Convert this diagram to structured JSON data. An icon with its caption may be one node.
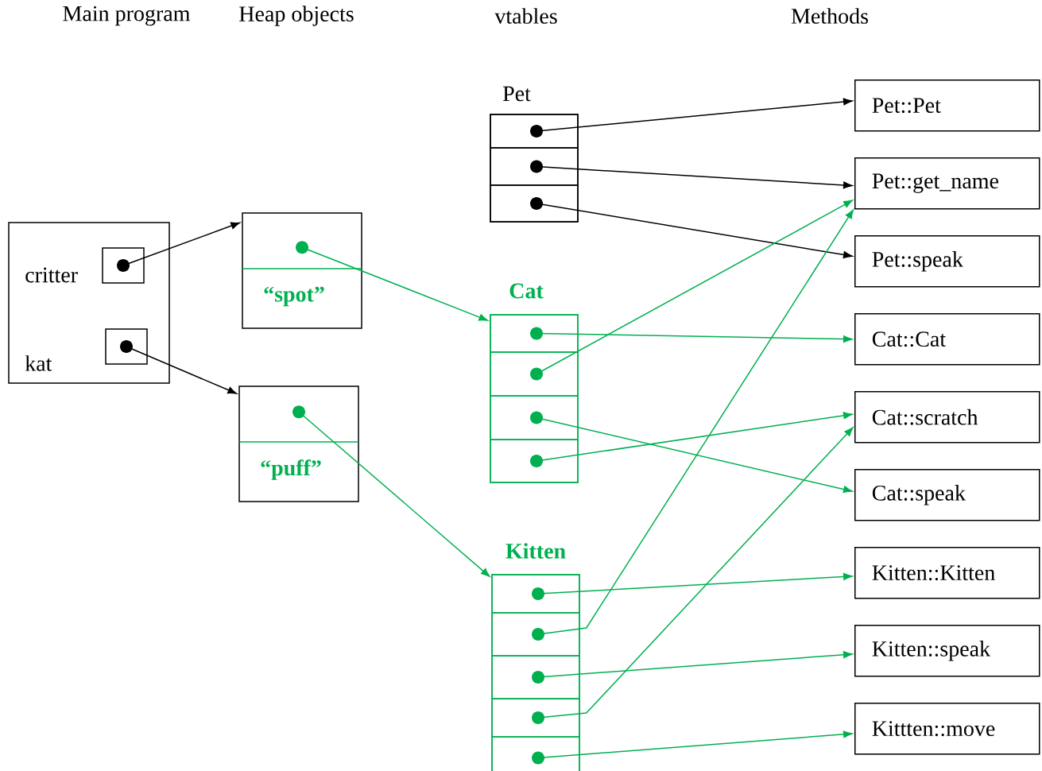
{
  "diagram": {
    "nodes": [
      {
        "text": [],
        "shape": "box"
      },
      {
        "text": [],
        "shape": "box",
        "in": 0,
        "beside": [
          "critter"
        ]
      },
      {
        "text": [],
        "shape": "box",
        "in": 0,
        "beside": [
          "kat"
        ]
      },
      {
        "text": [
          "“spot”"
        ]
      },
      {
        "text": [
          "“puff”"
        ]
      },
      {
        "text": [
          "Pet"
        ]
      },
      {
        "text": [],
        "shape": "box",
        "in": 5
      },
      {
        "text": [],
        "shape": "box",
        "in": 5
      },
      {
        "text": [],
        "shape": "box",
        "in": 5
      },
      {
        "text": [
          "Cat"
        ]
      },
      {
        "text": [],
        "shape": "box",
        "in": 9
      },
      {
        "text": [],
        "shape": "box",
        "in": 9
      },
      {
        "text": [],
        "shape": "box",
        "in": 9
      },
      {
        "text": [],
        "shape": "box",
        "in": 9
      },
      {
        "text": [
          "Kitten"
        ]
      },
      {
        "text": [],
        "shape": "box",
        "in": 14
      },
      {
        "text": [],
        "shape": "box",
        "in": 14
      },
      {
        "text": [],
        "shape": "box",
        "in": 14
      },
      {
        "text": [],
        "shape": "box",
        "in": 14
      },
      {
        "text": [],
        "shape": "box",
        "in": 14
      },
      {
        "text": [
          "Pet::Pet"
        ]
      },
      {
        "text": [
          "Pet::get_name"
        ]
      },
      {
        "text": [
          "Pet::speak"
        ]
      },
      {
        "text": [
          "Cat::Cat"
        ]
      },
      {
        "text": [
          "Cat::scratch"
        ]
      },
      {
        "text": [
          "Cat::speak"
        ]
      },
      {
        "text": [
          "Kitten::Kitten"
        ]
      },
      {
        "text": [
          "Kitten::speak"
        ]
      },
      {
        "text": [
          "Kittten::move"
        ]
      }
    ],
    "edges": [
      {
        "from": 1,
        "to": 3,
        "arrow": "to",
        "color": "#000000"
      },
      {
        "from": 2,
        "to": 4,
        "arrow": "to",
        "color": "#000000"
      },
      {
        "from": 3,
        "to": 9,
        "arrow": "to"
      },
      {
        "from": 4,
        "to": 14,
        "arrow": "to"
      },
      {
        "from": 6,
        "to": 20,
        "arrow": "to",
        "color": "#000000"
      },
      {
        "from": 7,
        "to": 21,
        "arrow": "to",
        "color": "#000000"
      },
      {
        "from": 8,
        "to": 22,
        "arrow": "to",
        "color": "#000000"
      },
      {
        "from": 10,
        "to": 23,
        "arrow": "to"
      },
      {
        "from": 11,
        "to": 21,
        "arrow": "to"
      },
      {
        "from": 12,
        "to": 25,
        "arrow": "to"
      },
      {
        "from": 13,
        "to": 24,
        "arrow": "to"
      },
      {
        "from": 15,
        "to": 26,
        "arrow": "to"
      },
      {
        "from": 16,
        "to": 21,
        "arrow": "to"
      },
      {
        "from": 17,
        "to": 27,
        "arrow": "to"
      },
      {
        "from": 18,
        "to": 24,
        "arrow": "to"
      },
      {
        "from": 19,
        "to": 28,
        "arrow": "to"
      }
    ],
    "labels": [
      "Main program",
      "Heap objects",
      "vtables",
      "Methods"
    ]
  }
}
